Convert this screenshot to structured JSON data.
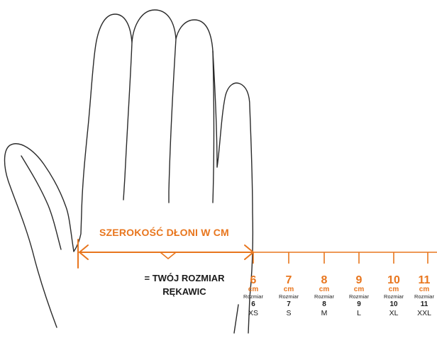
{
  "colors": {
    "accent": "#e8761e",
    "outline": "#2a2a2a",
    "text": "#1a1a1a"
  },
  "title": "SZEROKOŚĆ DŁONI W CM",
  "note_line1": "= TWÓJ ROZMIAR",
  "note_line2": "RĘKAWIC",
  "sizes": [
    {
      "cm": "6",
      "unit": "cm",
      "word": "Rozmiar",
      "num": "6",
      "code": "XS"
    },
    {
      "cm": "7",
      "unit": "cm",
      "word": "Rozmiar",
      "num": "7",
      "code": "S"
    },
    {
      "cm": "8",
      "unit": "cm",
      "word": "Rozmiar",
      "num": "8",
      "code": "M"
    },
    {
      "cm": "9",
      "unit": "cm",
      "word": "Rozmiar",
      "num": "9",
      "code": "L"
    },
    {
      "cm": "10",
      "unit": "cm",
      "word": "Rozmiar",
      "num": "10",
      "code": "XL"
    },
    {
      "cm": "11",
      "unit": "cm",
      "word": "Rozmiar",
      "num": "11",
      "code": "XXL"
    }
  ]
}
